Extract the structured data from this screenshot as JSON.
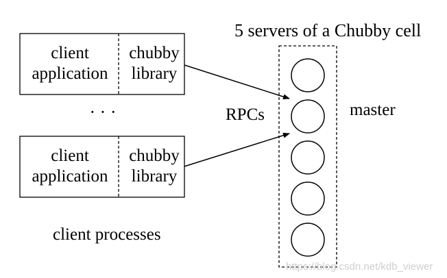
{
  "cell": {
    "title": "5 servers of a Chubby cell",
    "master_label": "master",
    "server_count": 5
  },
  "clients": [
    {
      "app_line1": "client",
      "app_line2": "application",
      "lib_line1": "chubby",
      "lib_line2": "library"
    },
    {
      "app_line1": "client",
      "app_line2": "application",
      "lib_line1": "chubby",
      "lib_line2": "library"
    }
  ],
  "ellipsis": "· · ·",
  "rpc_label": "RPCs",
  "processes_label": "client processes",
  "watermark": "https://blog.csdn.net/kdb_viewer",
  "colors": {
    "line": "#000000",
    "watermark": "#cfcfcf"
  }
}
